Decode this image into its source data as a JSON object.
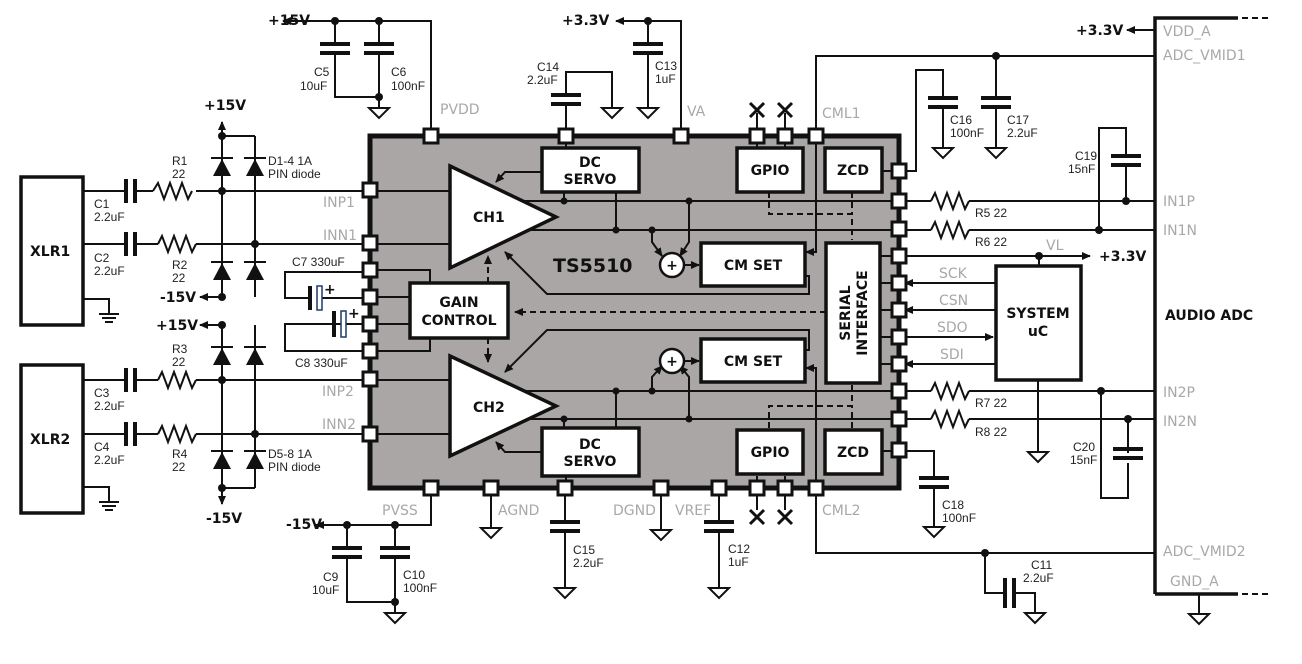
{
  "chip": {
    "name": "TS5510",
    "body_color": "#aaa6a5"
  },
  "blocks": {
    "ch1": "CH1",
    "ch2": "CH2",
    "dc_servo_1": [
      "DC",
      "SERVO"
    ],
    "dc_servo_2": [
      "DC",
      "SERVO"
    ],
    "gpio_1": "GPIO",
    "gpio_2": "GPIO",
    "zcd_1": "ZCD",
    "zcd_2": "ZCD",
    "cm_set_1": "CM SET",
    "cm_set_2": "CM SET",
    "gain_control": [
      "GAIN",
      "CONTROL"
    ],
    "serial_interface": [
      "SERIAL",
      "INTERFACE"
    ],
    "system_uc": [
      "SYSTEM",
      "uC"
    ],
    "audio_adc": "AUDIO ADC",
    "xlr1": "XLR1",
    "xlr2": "XLR2",
    "summer": "+"
  },
  "pins": {
    "pvdd": "PVDD",
    "va": "VA",
    "cml1": "CML1",
    "inp1": "INP1",
    "inn1": "INN1",
    "inp2": "INP2",
    "inn2": "INN2",
    "pvss": "PVSS",
    "agnd": "AGND",
    "dgnd": "DGND",
    "vref": "VREF",
    "cml2": "CML2",
    "vl": "VL",
    "sck": "SCK",
    "csn": "CSN",
    "sdo": "SDO",
    "sdi": "SDI"
  },
  "adc_pins": {
    "vdd_a": "VDD_A",
    "adc_vmid1": "ADC_VMID1",
    "in1p": "IN1P",
    "in1n": "IN1N",
    "in2p": "IN2P",
    "in2n": "IN2N",
    "adc_vmid2": "ADC_VMID2",
    "gnd_a": "GND_A"
  },
  "rails": {
    "p15_top": "+15V",
    "p33_top": "+3.3V",
    "p33_adc": "+3.3V",
    "p33_vl": "+3.3V",
    "p15_d1": "+15V",
    "m15_d1": "-15V",
    "p15_d2": "+15V",
    "m15_d2": "-15V",
    "m15_bot": "-15V"
  },
  "components": {
    "c1": [
      "C1",
      "2.2uF"
    ],
    "c2": [
      "C2",
      "2.2uF"
    ],
    "c3": [
      "C3",
      "2.2uF"
    ],
    "c4": [
      "C4",
      "2.2uF"
    ],
    "r1": [
      "R1",
      "22"
    ],
    "r2": [
      "R2",
      "22"
    ],
    "r3": [
      "R3",
      "22"
    ],
    "r4": [
      "R4",
      "22"
    ],
    "d14": [
      "D1-4 1A",
      "PIN diode"
    ],
    "d58": [
      "D5-8 1A",
      "PIN diode"
    ],
    "c5": [
      "C5",
      "10uF"
    ],
    "c6": [
      "C6",
      "100nF"
    ],
    "c14": [
      "C14",
      "2.2uF"
    ],
    "c13": [
      "C13",
      "1uF"
    ],
    "c16": [
      "C16",
      "100nF"
    ],
    "c17": [
      "C17",
      "2.2uF"
    ],
    "c19": [
      "C19",
      "15nF"
    ],
    "c20": [
      "C20",
      "15nF"
    ],
    "c7": "C7  330uF",
    "c8": "C8  330uF",
    "c9": [
      "C9",
      "10uF"
    ],
    "c10": [
      "C10",
      "100nF"
    ],
    "c15": [
      "C15",
      "2.2uF"
    ],
    "c12": [
      "C12",
      "1uF"
    ],
    "c18": [
      "C18",
      "100nF"
    ],
    "c11": [
      "C11",
      "2.2uF"
    ],
    "r5": "R5 22",
    "r6": "R6 22",
    "r7": "R7 22",
    "r8": "R8 22"
  }
}
